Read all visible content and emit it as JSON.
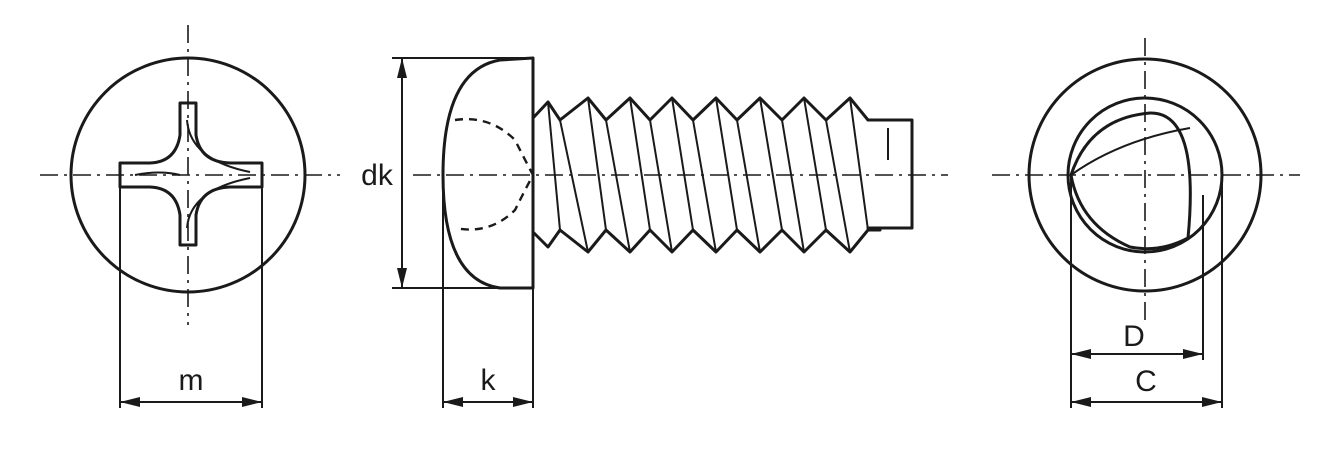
{
  "labels": {
    "m": "m",
    "dk": "dk",
    "k": "k",
    "D": "D",
    "C": "C"
  }
}
